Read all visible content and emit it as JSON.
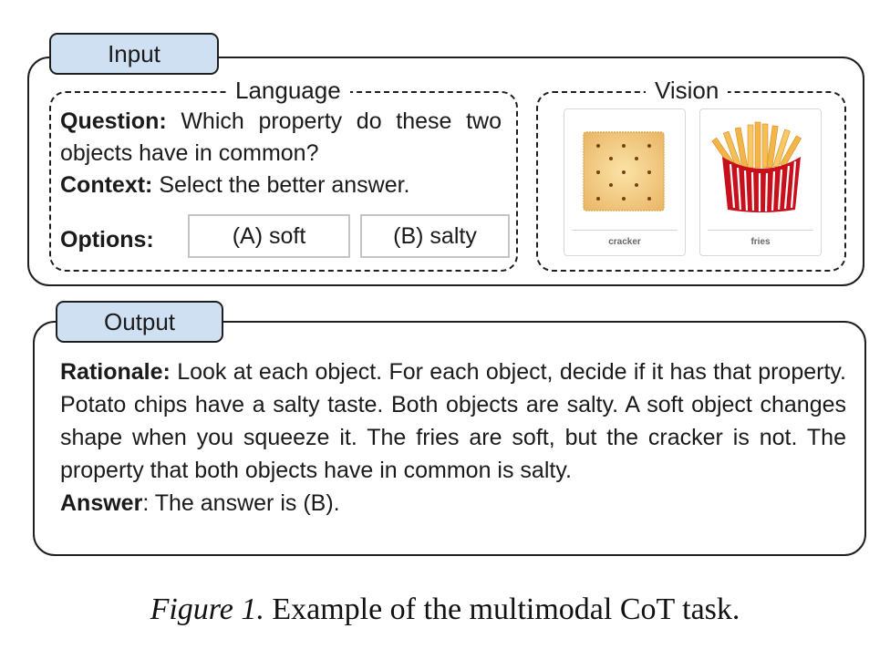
{
  "input": {
    "label": "Input",
    "language": {
      "title": "Language",
      "question_label": "Question:",
      "question_text": " Which property do these two objects have in common?",
      "context_label": "Context:",
      "context_text": " Select the better answer.",
      "options_label": "Options:",
      "options": [
        {
          "label": "(A) soft"
        },
        {
          "label": "(B) salty"
        }
      ]
    },
    "vision": {
      "title": "Vision",
      "images": [
        {
          "caption": "cracker",
          "icon": "cracker-image"
        },
        {
          "caption": "fries",
          "icon": "fries-image"
        }
      ]
    }
  },
  "output": {
    "label": "Output",
    "rationale_label": "Rationale:",
    "rationale_text": " Look at each object. For each object, decide if it has that property. Potato chips have a salty taste. Both objects are salty. A soft object changes shape when you squeeze it. The fries are soft, but the cracker is not. The property that both objects have in common is salty.",
    "answer_label": "Answer",
    "answer_text": ": The answer is (B)."
  },
  "caption": {
    "figure_label": "Figure 1.",
    "text": " Example of the multimodal CoT task."
  },
  "colors": {
    "tab_fill": "#cfe0f3",
    "border": "#1e1e1e",
    "option_border": "#c4c4c4",
    "fries_red": "#c8101c",
    "cracker": "#f2cc80"
  }
}
